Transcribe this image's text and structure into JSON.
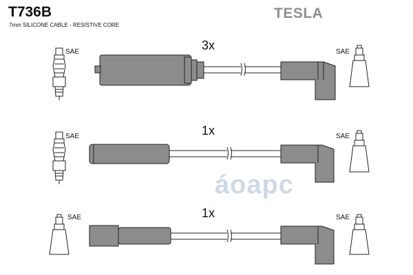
{
  "header": {
    "part_number": "T736B",
    "description": "7mm SILICONE CABLE - RESISTIVE CORE",
    "brand": "TESLA"
  },
  "watermark": "áoapc",
  "leads": [
    {
      "quantity": "3x",
      "left_end": "SAE",
      "right_end": "SAE"
    },
    {
      "quantity": "1x",
      "left_end": "SAE",
      "right_end": "SAE"
    },
    {
      "quantity": "1x",
      "left_end": "SAE",
      "right_end": "SAE"
    }
  ],
  "colors": {
    "boot": "#8c8c8c",
    "outline": "#222222",
    "brand": "#8f8f8f",
    "watermark": "#cfd9e6"
  }
}
